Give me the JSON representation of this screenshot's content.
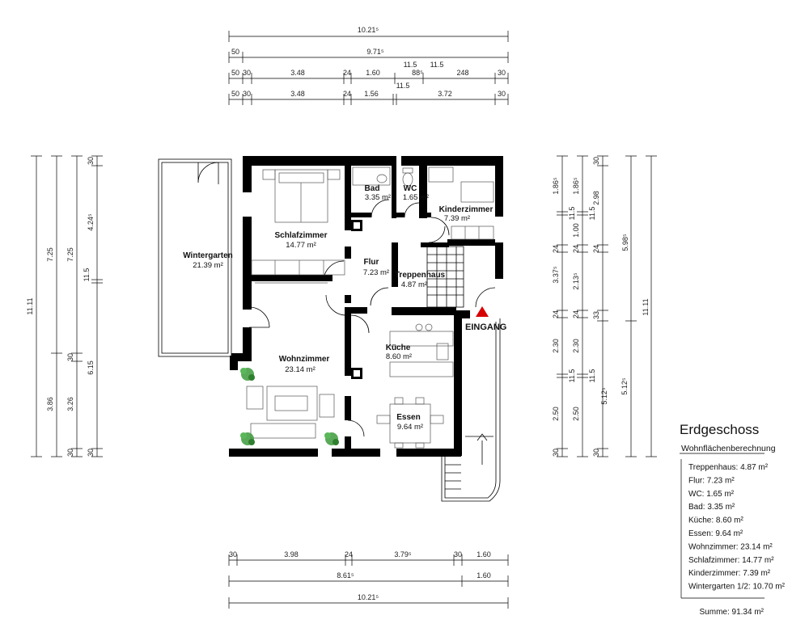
{
  "floor_title": "Erdgeschoss",
  "calc_title": "Wohnflächenberechnung",
  "legend": [
    "Treppenhaus: 4.87 m²",
    "Flur: 7.23 m²",
    "WC: 1.65 m²",
    "Bad: 3.35 m²",
    "Küche: 8.60 m²",
    "Essen: 9.64 m²",
    "Wohnzimmer: 23.14 m²",
    "Schlafzimmer: 14.77 m²",
    "Kinderzimmer: 7.39 m²",
    "Wintergarten 1/2: 10.70 m²"
  ],
  "total": "Summe: 91.34 m²",
  "entrance": "EINGANG",
  "rooms": {
    "schlafzimmer": {
      "name": "Schlafzimmer",
      "area": "14.77 m²"
    },
    "bad": {
      "name": "Bad",
      "area": "3.35 m²"
    },
    "wc": {
      "name": "WC",
      "area": "1.65 m²"
    },
    "kinderzimmer": {
      "name": "Kinderzimmer",
      "area": "7.39 m²"
    },
    "wintergarten": {
      "name": "Wintergarten",
      "area": "21.39 m²"
    },
    "flur": {
      "name": "Flur",
      "area": "7.23 m²"
    },
    "treppenhaus": {
      "name": "Treppenhaus",
      "area": "4.87 m²"
    },
    "wohnzimmer": {
      "name": "Wohnzimmer",
      "area": "23.14 m²"
    },
    "kueche": {
      "name": "Küche",
      "area": "8.60 m²"
    },
    "essen": {
      "name": "Essen",
      "area": "9.64 m²"
    }
  },
  "dims_top": {
    "row1": [
      "10.21⁵"
    ],
    "row2": [
      "50",
      "9.71⁵"
    ],
    "row3": [
      "50",
      "30",
      "3.48",
      "24",
      "1.60",
      "11.5",
      "88⁵",
      "11.5",
      "248",
      "30"
    ],
    "row4": [
      "50",
      "30",
      "3.48",
      "24",
      "1.56",
      "11.5",
      "3.72",
      "30"
    ]
  },
  "dims_bottom": {
    "row1": [
      "30",
      "3.98",
      "24",
      "3.79⁵",
      "30",
      "1.60"
    ],
    "row2": [
      "8.61⁵",
      "1.60"
    ],
    "row3": [
      "10.21⁵"
    ]
  },
  "dims_left": {
    "col1": [
      "11.11"
    ],
    "col2": [
      "7.25",
      "3.86"
    ],
    "col3": [
      "7.25",
      "30",
      "3.26",
      "30"
    ],
    "col4": [
      "30",
      "4.24⁵",
      "11.5",
      "6.15",
      "30"
    ]
  },
  "dims_right": {
    "col1": [
      "1.86⁵",
      "11.5",
      "24",
      "3.37⁵",
      "24",
      "2.30",
      "11.5",
      "2.50",
      "30"
    ],
    "col2": [
      "1.86⁵",
      "11.5",
      "1.00",
      "24",
      "2.13⁵",
      "24",
      "2.30",
      "11.5",
      "5.12⁵",
      "2.50"
    ],
    "col3": [
      "30",
      "2.98",
      "24",
      "33",
      "5.12⁵",
      "30"
    ],
    "col4": [
      "5.98⁵",
      "11.11"
    ]
  }
}
